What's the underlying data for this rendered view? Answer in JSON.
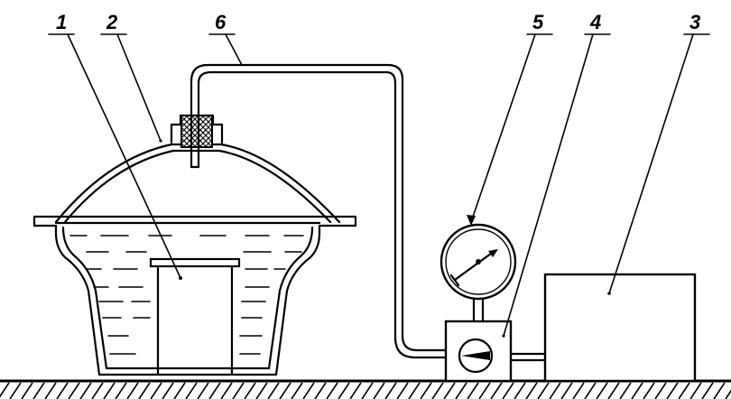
{
  "labels": [
    {
      "id": "1",
      "text": "1"
    },
    {
      "id": "2",
      "text": "2"
    },
    {
      "id": "3",
      "text": "3"
    },
    {
      "id": "4",
      "text": "4"
    },
    {
      "id": "5",
      "text": "5"
    },
    {
      "id": "6",
      "text": "6"
    }
  ]
}
